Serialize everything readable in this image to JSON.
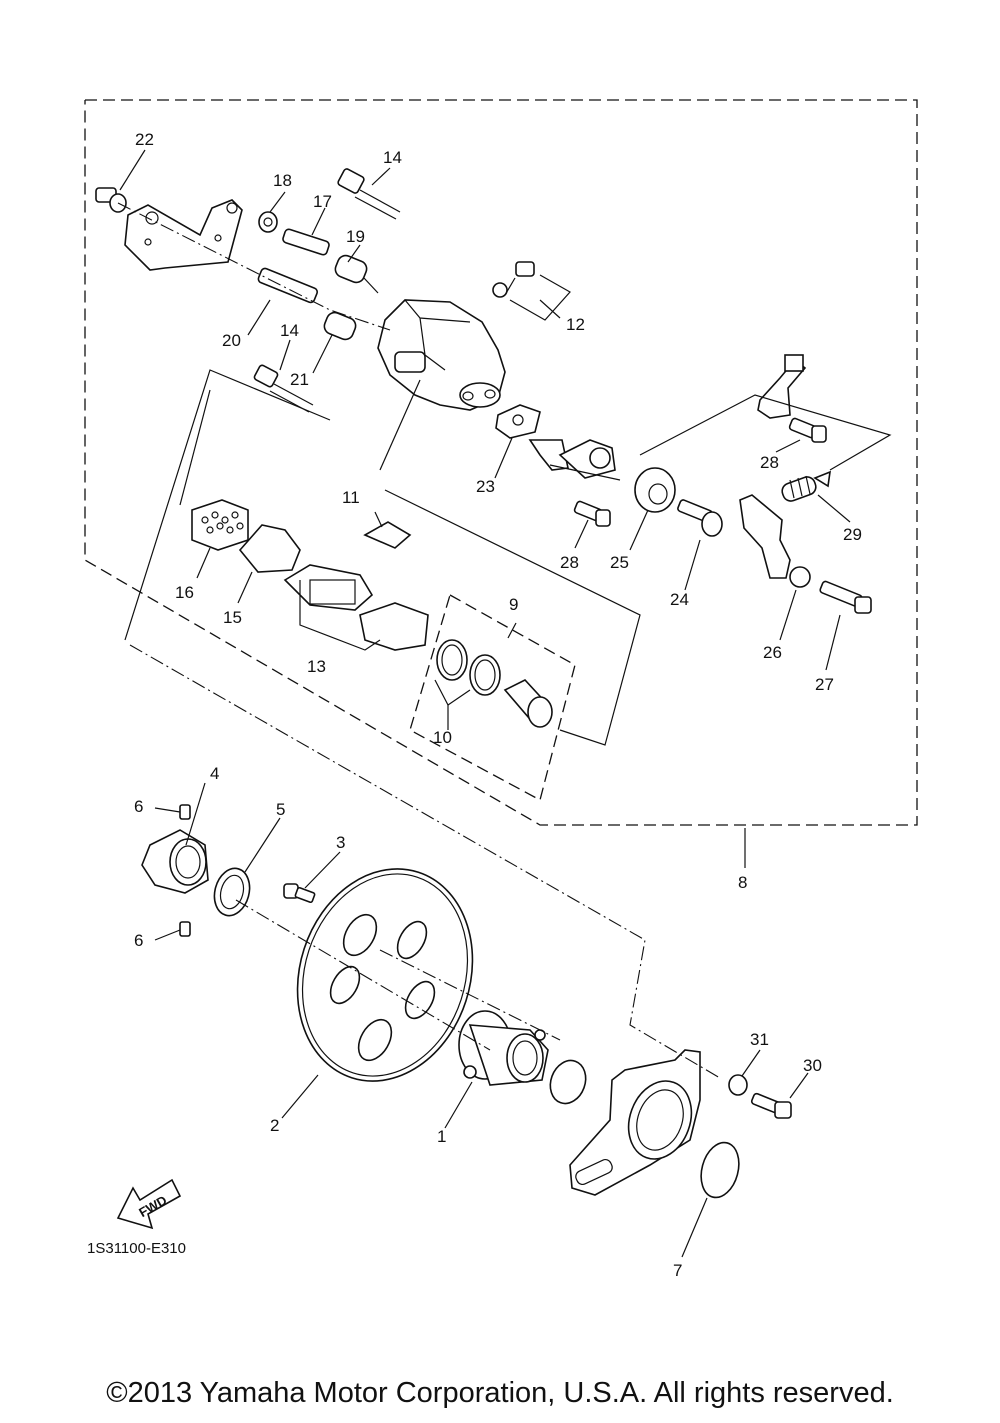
{
  "labels": {
    "p1": "1",
    "p2": "2",
    "p3": "3",
    "p4": "4",
    "p5": "5",
    "p6a": "6",
    "p6b": "6",
    "p7": "7",
    "p8": "8",
    "p9": "9",
    "p10": "10",
    "p11": "11",
    "p12": "12",
    "p13": "13",
    "p14a": "14",
    "p14b": "14",
    "p15": "15",
    "p16": "16",
    "p17": "17",
    "p18": "18",
    "p19": "19",
    "p20": "20",
    "p21": "21",
    "p22": "22",
    "p23": "23",
    "p24": "24",
    "p25": "25",
    "p26": "26",
    "p27": "27",
    "p28a": "28",
    "p28b": "28",
    "p29": "29",
    "p30": "30",
    "p31": "31"
  },
  "fwd_label": "FWD",
  "diagram_code": "1S31100-E310",
  "copyright": "©2013 Yamaha Motor Corporation, U.S.A. All rights reserved."
}
